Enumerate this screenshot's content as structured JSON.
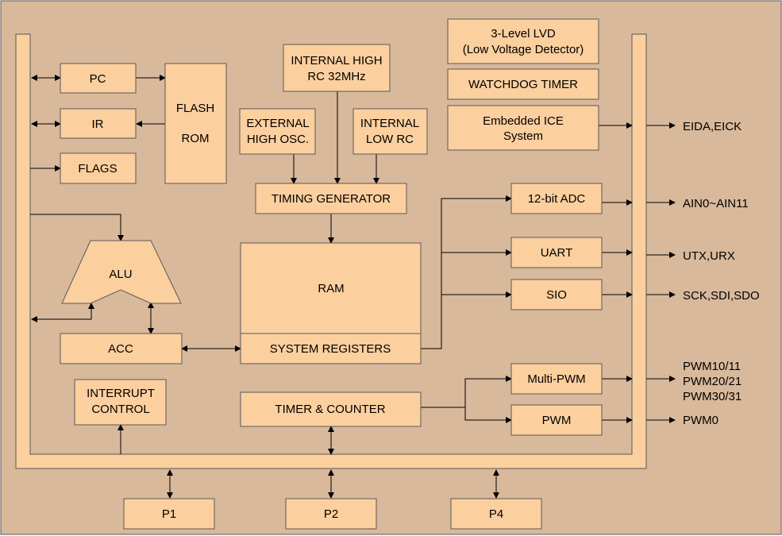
{
  "colors": {
    "background": "#d9b99b",
    "block_fill": "#fccf9e",
    "stroke": "#595959",
    "text": "#000000"
  },
  "blocks": {
    "pc": "PC",
    "ir": "IR",
    "flags": "FLAGS",
    "flash_rom": [
      "FLASH",
      "ROM"
    ],
    "alu": "ALU",
    "acc": "ACC",
    "interrupt_control": [
      "INTERRUPT",
      "CONTROL"
    ],
    "internal_high_rc": [
      "INTERNAL HIGH",
      "RC 32MHz"
    ],
    "external_high_osc": [
      "EXTERNAL",
      "HIGH OSC."
    ],
    "internal_low_rc": [
      "INTERNAL",
      "LOW RC"
    ],
    "timing_generator": "TIMING GENERATOR",
    "ram": "RAM",
    "system_registers": "SYSTEM REGISTERS",
    "timer_counter": "TIMER & COUNTER",
    "lvd": [
      "3-Level LVD",
      "(Low Voltage Detector)"
    ],
    "watchdog_timer": "WATCHDOG TIMER",
    "embedded_ice": [
      "Embedded ICE",
      "System"
    ],
    "adc": "12-bit ADC",
    "uart": "UART",
    "sio": "SIO",
    "multi_pwm": "Multi-PWM",
    "pwm": "PWM",
    "p1": "P1",
    "p2": "P2",
    "p4": "P4"
  },
  "pins": {
    "ice": "EIDA,EICK",
    "adc": "AIN0~AIN11",
    "uart": "UTX,URX",
    "sio": "SCK,SDI,SDO",
    "multi_pwm": [
      "PWM10/11",
      "PWM20/21",
      "PWM30/31"
    ],
    "pwm": "PWM0"
  }
}
